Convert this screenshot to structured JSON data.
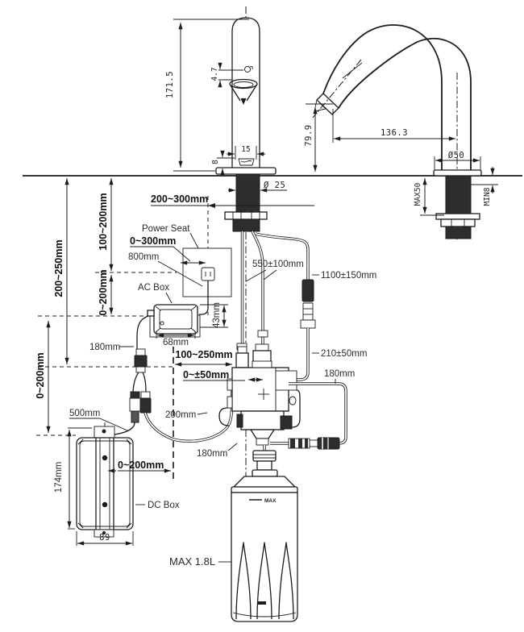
{
  "diagram": {
    "front_view": {
      "overall_height": "171.5",
      "sensor_offset": "4.7",
      "spout_width": "15",
      "base_height": "8",
      "shank_diameter": "Ø 25"
    },
    "side_view": {
      "spout_reach": "136.3",
      "outlet_height": "79.9",
      "flange_diameter": "Ø50",
      "deck_max_thickness": "MAX50",
      "deck_min_thickness": "MIN8"
    },
    "installation": {
      "power_seat_offset": "200~300mm",
      "power_seat_label": "Power Seat",
      "power_seat_range": "0~300mm",
      "power_cord_length": "800mm",
      "ac_box_label": "AC Box",
      "ac_box_height": "43mm",
      "ac_box_width": "68mm",
      "ac_cable_length": "180mm",
      "left_depth_1": "100~200mm",
      "left_depth_2": "0~200mm",
      "left_depth_3": "200~250mm",
      "left_depth_4": "0~200mm",
      "supply_hose_length": "550±100mm",
      "sensor_cable_length": "1100±150mm",
      "valve_cable_length": "210±50mm",
      "loop_cable_top": "180mm",
      "loop_cable_bottom": "180mm",
      "valve_offset": "100~250mm",
      "valve_center_tolerance": "0~±50mm",
      "splitter_cable_length": "200mm",
      "dc_cable_length": "500mm",
      "dc_box_offset": "0~200mm",
      "dc_box_label": "DC Box",
      "dc_box_height": "174mm",
      "dc_box_width": "89",
      "bottle_capacity": "MAX 1.8L",
      "bottle_max_mark": "MAX"
    }
  }
}
